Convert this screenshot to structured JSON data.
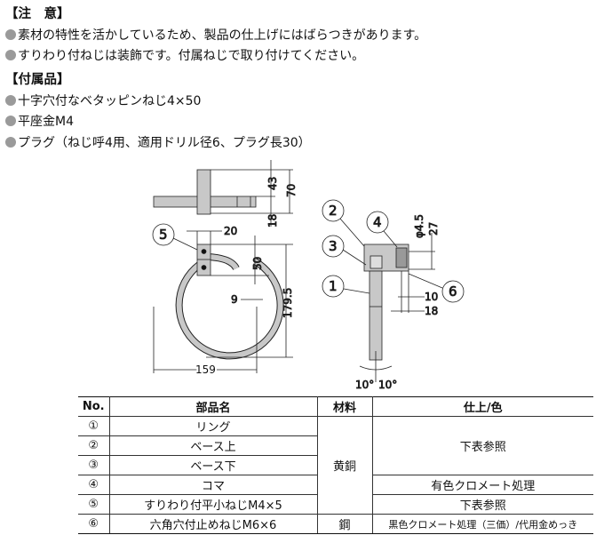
{
  "notes": {
    "heading": "【注　意】",
    "items": [
      "素材の特性を活かしているため、製品の仕上げにはばらつきがあります。",
      "すりわり付ねじは装飾です。付属ねじで取り付けてください。"
    ]
  },
  "accessories": {
    "heading": "【付属品】",
    "items": [
      "十字穴付なベタッピンねじ4×50",
      "平座金M4",
      "プラグ（ねじ呼4用、適用ドリル径6、プラグ長30）"
    ]
  },
  "drawing": {
    "dims": {
      "d43": "43",
      "d70": "70",
      "d18": "18",
      "d20": "20",
      "d50": "50",
      "d179": "179.5",
      "d159": "159",
      "d9": "9",
      "phi": "φ4.5",
      "d27": "27",
      "d10": "10",
      "d18b": "18",
      "angL": "10°",
      "angR": "10°"
    },
    "callouts": [
      "1",
      "2",
      "3",
      "4",
      "5",
      "6"
    ]
  },
  "table": {
    "headers": [
      "No.",
      "部品名",
      "材料",
      "仕上/色"
    ],
    "rows": [
      {
        "no": "①",
        "name": "リング"
      },
      {
        "no": "②",
        "name": "ベース上"
      },
      {
        "no": "③",
        "name": "ベース下"
      },
      {
        "no": "④",
        "name": "コマ"
      },
      {
        "no": "⑤",
        "name": "すりわり付平小ねじM4×5"
      },
      {
        "no": "⑥",
        "name": "六角穴付止めねじM6×6"
      }
    ],
    "material_brass": "黄銅",
    "material_steel": "鋼",
    "finish_see_below": "下表参照",
    "finish_chromate": "有色クロメート処理",
    "finish_see_below_2": "下表参照",
    "finish_black": "黒色クロメート処理（三価）/代用金めっき"
  }
}
